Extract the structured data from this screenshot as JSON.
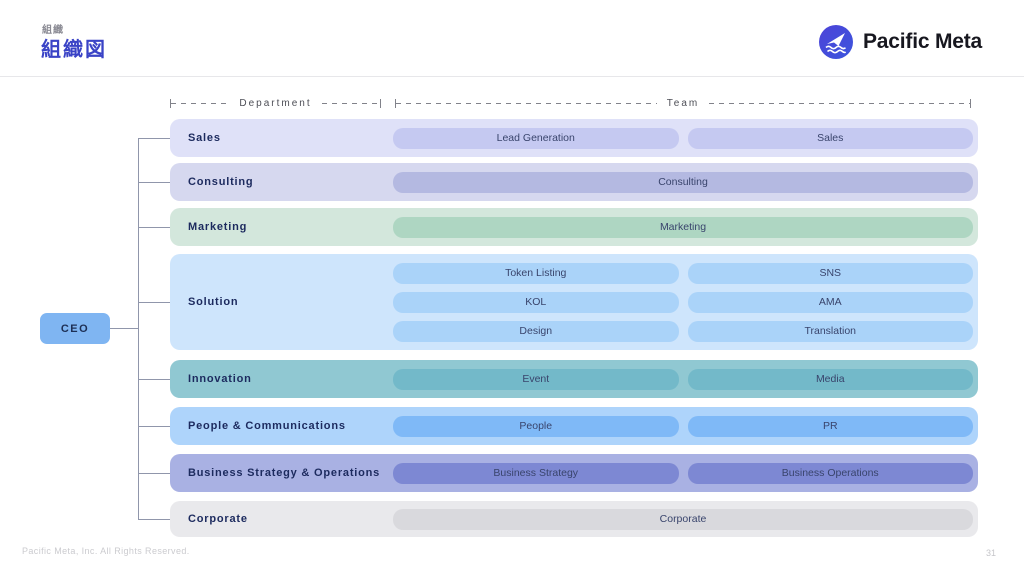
{
  "page": {
    "eyebrow": "組織",
    "title": "組織図",
    "brand_name": "Pacific Meta",
    "footer_copyright": "Pacific Meta, Inc. All Rights Reserved.",
    "page_number": "31"
  },
  "column_headers": {
    "department": "Department",
    "team": "Team"
  },
  "ceo_label": "CEO",
  "colors": {
    "title_blue": "#3a43c6",
    "logo_indigo": "#4846d6",
    "brand_text": "#17171f",
    "connector_gray": "#9096ab",
    "ceo_fill": "#7fb5f2",
    "label_navy": "#1c2a5e"
  },
  "rows": [
    {
      "label": "Sales",
      "bg": "#dfe1f8",
      "pill": "#c5c9f1",
      "team_lines": [
        [
          "Lead Generation",
          "Sales"
        ]
      ]
    },
    {
      "label": "Consulting",
      "bg": "#d6d8ef",
      "pill": "#b4b9e1",
      "team_lines": [
        [
          "Consulting"
        ]
      ]
    },
    {
      "label": "Marketing",
      "bg": "#d3e7dc",
      "pill": "#aed6c2",
      "team_lines": [
        [
          "Marketing"
        ]
      ]
    },
    {
      "label": "Solution",
      "bg": "#cee5fc",
      "pill": "#aad3f9",
      "team_lines": [
        [
          "Token Listing",
          "SNS"
        ],
        [
          "KOL",
          "AMA"
        ],
        [
          "Design",
          "Translation"
        ]
      ]
    },
    {
      "label": "Innovation",
      "bg": "#90c8d2",
      "pill": "#73b9c9",
      "team_lines": [
        [
          "Event",
          "Media"
        ]
      ]
    },
    {
      "label": "People & Communications",
      "bg": "#aed4fb",
      "pill": "#7fb9f7",
      "team_lines": [
        [
          "People",
          "PR"
        ]
      ]
    },
    {
      "label": "Business Strategy & Operations",
      "bg": "#a9b1e3",
      "pill": "#7d88d3",
      "team_lines": [
        [
          "Business Strategy",
          "Business Operations"
        ]
      ]
    },
    {
      "label": "Corporate",
      "bg": "#e9e9ec",
      "pill": "#d9d9dd",
      "team_lines": [
        [
          "Corporate"
        ]
      ]
    }
  ]
}
